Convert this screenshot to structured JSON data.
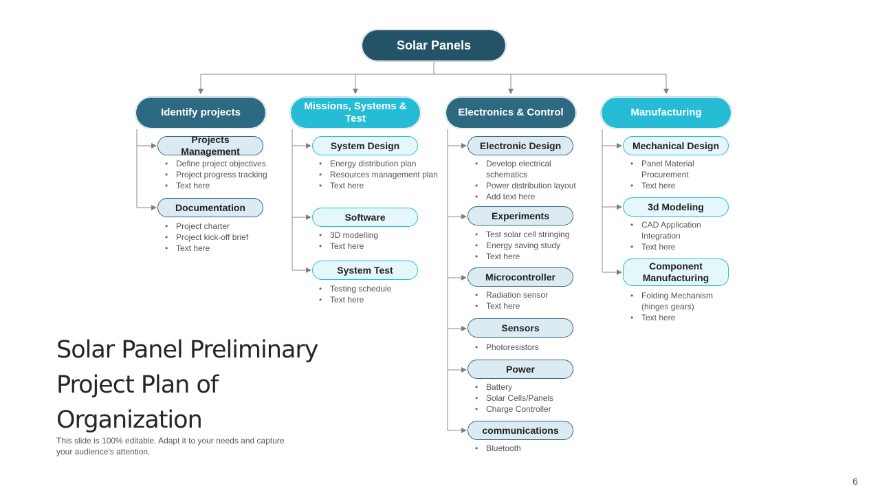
{
  "root": {
    "label": "Solar Panels"
  },
  "categories": [
    {
      "label": "Identify projects",
      "items": [
        {
          "label": "Projects Management",
          "bullets": [
            "Define project objectives",
            "Project progress tracking",
            "Text here"
          ]
        },
        {
          "label": "Documentation",
          "bullets": [
            "Project charter",
            "Project kick-off brief",
            "Text here"
          ]
        }
      ]
    },
    {
      "label": "Missions, Systems & Test",
      "items": [
        {
          "label": "System Design",
          "bullets": [
            "Energy distribution plan",
            "Resources management plan",
            "Text here"
          ]
        },
        {
          "label": "Software",
          "bullets": [
            "3D modelling",
            "Text here"
          ]
        },
        {
          "label": "System Test",
          "bullets": [
            "Testing schedule",
            "Text here"
          ]
        }
      ]
    },
    {
      "label": "Electronics & Control",
      "items": [
        {
          "label": "Electronic Design",
          "bullets": [
            "Develop electrical schematics",
            "Power distribution layout",
            "Add text here"
          ]
        },
        {
          "label": "Experiments",
          "bullets": [
            "Test solar cell stringing",
            "Energy saving study",
            "Text here"
          ]
        },
        {
          "label": "Microcontroller",
          "bullets": [
            "Radiation sensor",
            "Text here"
          ]
        },
        {
          "label": "Sensors",
          "bullets": [
            "Photoresistors"
          ]
        },
        {
          "label": "Power",
          "bullets": [
            "Battery",
            "Solar Cells/Panels",
            "Charge Controller"
          ]
        },
        {
          "label": "communications",
          "bullets": [
            "Bluetooth"
          ]
        }
      ]
    },
    {
      "label": "Manufacturing",
      "items": [
        {
          "label": "Mechanical Design",
          "bullets": [
            "Panel Material Procurement",
            "Text here"
          ]
        },
        {
          "label": "3d Modeling",
          "bullets": [
            "CAD Application Integration",
            "Text here"
          ]
        },
        {
          "label": "Component Manufacturing",
          "bullets": [
            "Folding Mechanism (hinges gears)",
            "Text here"
          ]
        }
      ]
    }
  ],
  "title": "Solar Panel Preliminary Project Plan of Organization",
  "subtitle": "This slide is 100% editable. Adapt it to your needs and capture your audience's attention.",
  "page_number": "6",
  "colors": {
    "root": "#245368",
    "category_dark": "#2d6a82",
    "category_light": "#27bcd6",
    "connector": "#7f7f7f"
  }
}
